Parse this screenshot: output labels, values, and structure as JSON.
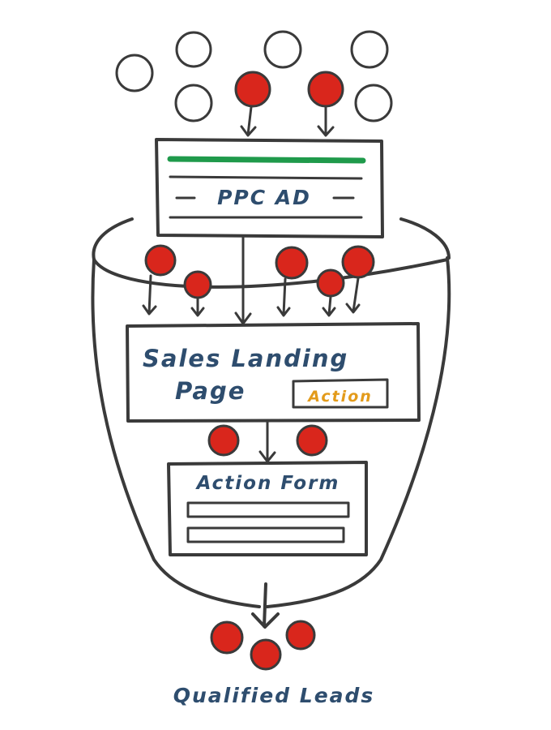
{
  "diagram": {
    "ppc_ad": {
      "label": "PPC AD"
    },
    "landing_page": {
      "line1": "Sales Landing",
      "line2": "Page",
      "action_tag": "Action"
    },
    "action_form": {
      "label": "Action Form"
    },
    "output": {
      "label": "Qualified Leads"
    },
    "colors": {
      "ink": "#3a3a3a",
      "label_text": "#2e4d6e",
      "lead_fill": "#d9261c",
      "ad_bar": "#1f9a4b",
      "action_text": "#e39b1b"
    }
  }
}
